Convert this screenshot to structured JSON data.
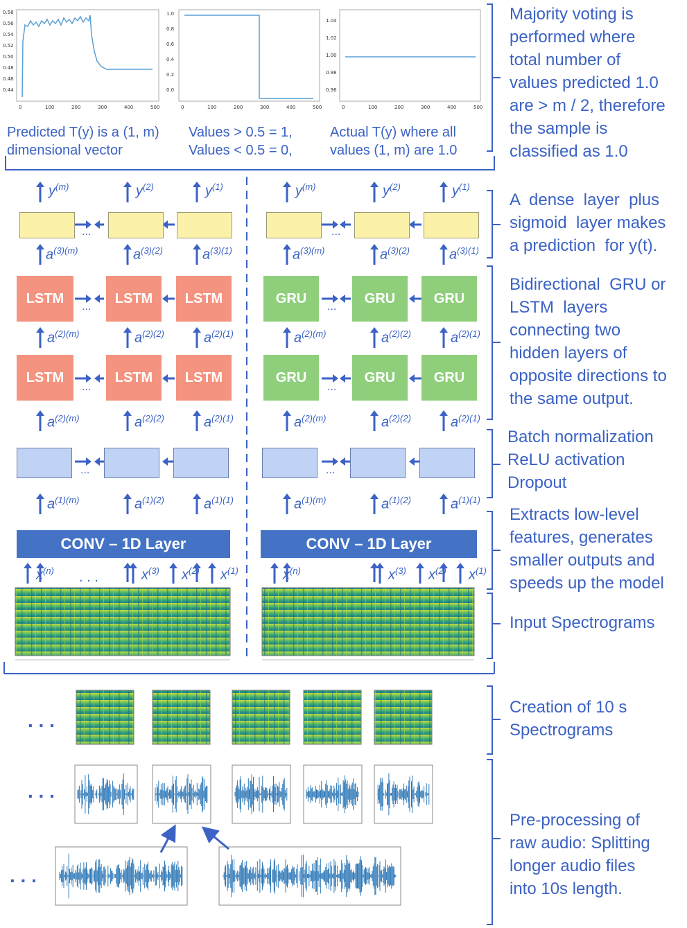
{
  "top_plots": {
    "plot1": {
      "yticks": [
        "0.58",
        "0.56",
        "0.54",
        "0.52",
        "0.50",
        "0.48",
        "0.46",
        "0.44"
      ],
      "xticks": [
        "0",
        "100",
        "200",
        "300",
        "400",
        "500"
      ]
    },
    "plot2": {
      "yticks": [
        "1.0",
        "0.8",
        "0.6",
        "0.4",
        "0.2",
        "0.0"
      ],
      "xticks": [
        "0",
        "100",
        "200",
        "300",
        "400",
        "500"
      ]
    },
    "plot3": {
      "yticks": [
        "1.04",
        "1.02",
        "1.00",
        "0.98",
        "0.96"
      ],
      "xticks": [
        "0",
        "100",
        "200",
        "300",
        "400",
        "500"
      ]
    }
  },
  "captions": {
    "c1_line1": "Predicted T(y) is a (1, m)",
    "c1_line2": "dimensional vector",
    "c2_line1": "Values > 0.5 = 1,",
    "c2_line2": "Values < 0.5 = 0,",
    "c3_line1": "Actual T(y) where all",
    "c3_line2": "values (1, m) are 1.0"
  },
  "descriptions": {
    "majority": [
      "Majority voting is",
      "performed where",
      "total number of",
      "values predicted 1.0",
      "are > m / 2, therefore",
      "the sample is",
      "classified as 1.0"
    ],
    "dense": [
      "A  dense  layer  plus",
      "sigmoid  layer makes",
      "a prediction  for y(t)."
    ],
    "bidir": [
      "Bidirectional  GRU or",
      "LSTM  layers",
      "connecting two",
      "hidden layers of",
      "opposite directions to",
      "the same output."
    ],
    "batch": [
      "Batch normalization",
      "ReLU activation",
      "Dropout"
    ],
    "conv": [
      "Extracts low-level",
      "features, generates",
      "smaller outputs and",
      "speeds up the model"
    ],
    "input": [
      "Input Spectrograms"
    ],
    "creation": [
      "Creation of 10 s",
      "Spectrograms"
    ],
    "preproc": [
      "Pre-processing of",
      "raw audio: Splitting",
      "longer audio files",
      "into 10s length."
    ]
  },
  "cells": {
    "lstm": "LSTM",
    "gru": "GRU",
    "conv": "CONV – 1D Layer",
    "dots": "...",
    "ellipsis": ". . ."
  },
  "labels": {
    "y": "y",
    "a": "a",
    "x": "x",
    "sup_ym": "(m)",
    "sup_y2": "(2)",
    "sup_y1": "(1)",
    "sup_a3m": "(3)(m)",
    "sup_a32": "(3)(2)",
    "sup_a31": "(3)(1)",
    "sup_a2m": "(2)(m)",
    "sup_a22": "(2)(2)",
    "sup_a21": "(2)(1)",
    "sup_a1m": "(1)(m)",
    "sup_a12": "(1)(2)",
    "sup_a11": "(1)(1)",
    "sup_xn": "(n)",
    "sup_x3": "(3)",
    "sup_x2": "(2)",
    "sup_x1": "(1)"
  },
  "colors": {
    "accent": "#4472c4",
    "lstm": "#f4937f",
    "gru": "#8fcf7c",
    "dense": "#fcf1a8",
    "batch": "#c0d3f5",
    "wave": "#2e78b8"
  }
}
